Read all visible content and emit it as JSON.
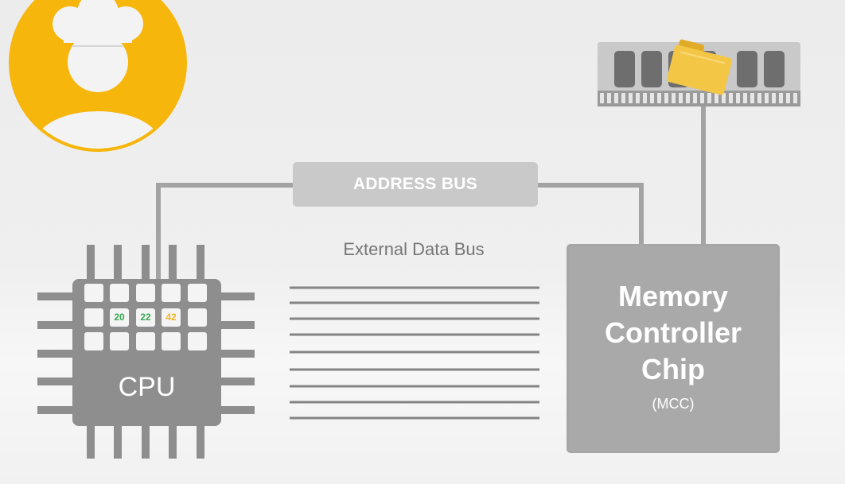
{
  "diagram": {
    "address_bus_label": "ADDRESS BUS",
    "external_data_bus_label": "External Data Bus",
    "cpu_label": "CPU",
    "mcc_title": "Memory Controller Chip",
    "mcc_abbrev": "(MCC)",
    "cpu_register_values": [
      "20",
      "22",
      "42"
    ]
  },
  "icons": {
    "character": "chef-avatar-icon",
    "ram": "ram-module-icon",
    "data": "folder-icon"
  },
  "colors": {
    "avatar_background": "#f6b60c",
    "chip_fill": "#8e8e8e",
    "bus_fill": "#c9c9c9",
    "value_green": "#3aa655",
    "value_yellow": "#f2b523",
    "folder": "#f3c646"
  }
}
